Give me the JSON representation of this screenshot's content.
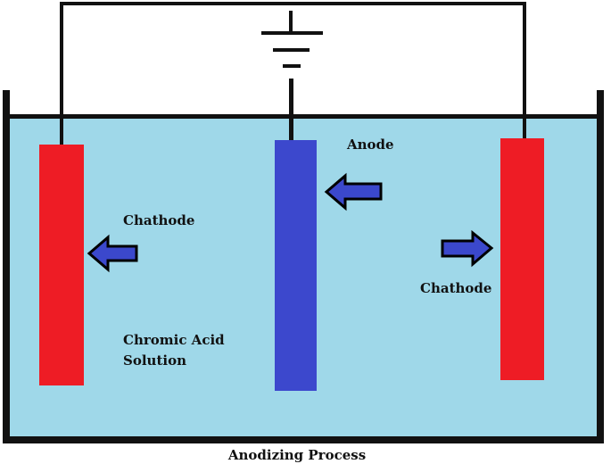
{
  "labels": {
    "anode": "Anode",
    "cathode_left": "Chathode",
    "cathode_right": "Chathode",
    "solution_line1": "Chromic Acid",
    "solution_line2": "Solution"
  },
  "caption": "Anodizing Process",
  "colors": {
    "solution": "#9fd8e9",
    "tank_wall": "#111111",
    "wire": "#111111",
    "cathode": "#ee1c25",
    "anode": "#3c48cd",
    "arrow_fill": "#3b48cc",
    "arrow_stroke": "#000000"
  }
}
